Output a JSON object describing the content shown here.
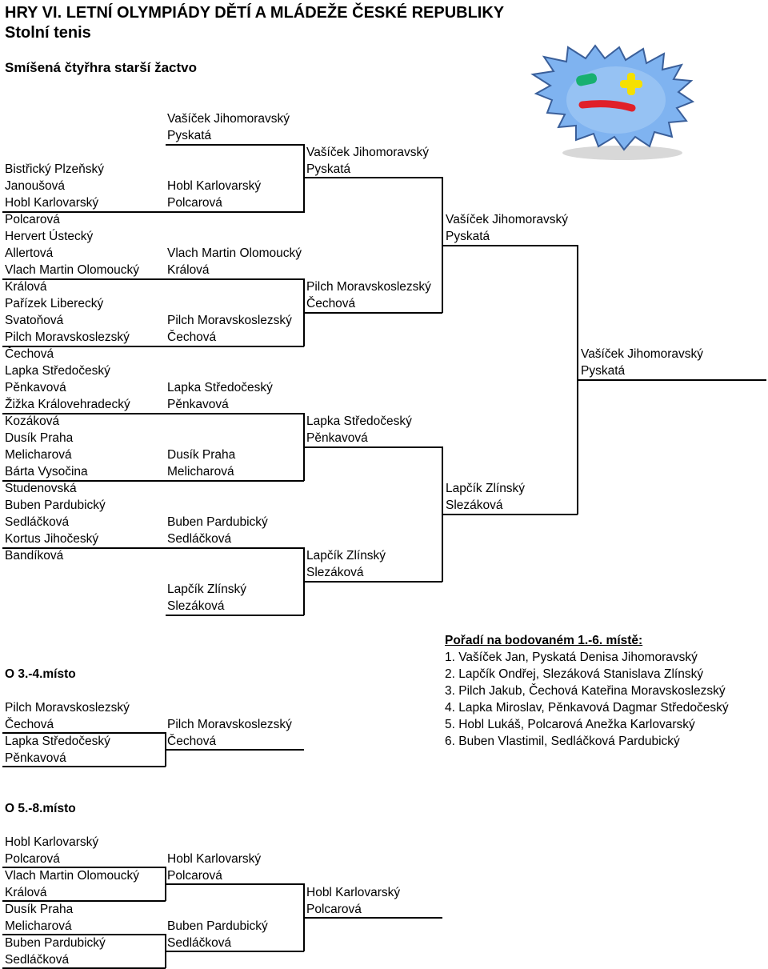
{
  "header": {
    "title": "HRY VI. LETNÍ OLYMPIÁDY DĚTÍ A MLÁDEŽE ČESKÉ REPUBLIKY",
    "sport": "Stolní tenis",
    "category": "Smíšená čtyřhra starší žactvo"
  },
  "main_bracket": {
    "round1": [
      [
        "Bistřický Plzeňský",
        "Janoušová"
      ],
      [
        "Hobl Karlovarský",
        "Polcarová"
      ],
      [
        "Hervert Ústecký",
        "Allertová"
      ],
      [
        "Vlach Martin Olomoucký",
        "Králová"
      ],
      [
        "Pařízek Liberecký",
        "Svatoňová"
      ],
      [
        "Pilch Moravskoslezský",
        "Čechová"
      ],
      [
        "Lapka Středočeský",
        "Pěnkavová"
      ],
      [
        "Žižka Královehradecký",
        "Kozáková"
      ],
      [
        "Dusík Praha",
        "Melicharová"
      ],
      [
        "Bárta Vysočina",
        "Studenovská"
      ],
      [
        "Buben Pardubický",
        "Sedláčková"
      ],
      [
        "Kortus Jihočeský",
        "Bandíková"
      ]
    ],
    "round2": [
      [
        "Vašíček Jihomoravský",
        "Pyskatá"
      ],
      [
        "Hobl Karlovarský",
        "Polcarová"
      ],
      [
        "Vlach Martin Olomoucký",
        "Králová"
      ],
      [
        "Pilch Moravskoslezský",
        "Čechová"
      ],
      [
        "Lapka Středočeský",
        "Pěnkavová"
      ],
      [
        "Dusík Praha",
        "Melicharová"
      ],
      [
        "Buben Pardubický",
        "Sedláčková"
      ],
      [
        "Lapčík Zlínský",
        "Slezáková"
      ]
    ],
    "round3": [
      [
        "Vašíček Jihomoravský",
        "Pyskatá"
      ],
      [
        "Pilch Moravskoslezský",
        "Čechová"
      ],
      [
        "Lapka Středočeský",
        "Pěnkavová"
      ],
      [
        "Lapčík Zlínský",
        "Slezáková"
      ]
    ],
    "semifinal": [
      [
        "Vašíček Jihomoravský",
        "Pyskatá"
      ],
      [
        "Lapčík Zlínský",
        "Slezáková"
      ]
    ],
    "winner": [
      "Vašíček Jihomoravský",
      "Pyskatá"
    ]
  },
  "ranking": {
    "heading": "Pořadí na bodovaném 1.-6. místě:",
    "items": [
      "1. Vašíček Jan, Pyskatá Denisa Jihomoravský",
      "2. Lapčík Ondřej, Slezáková Stanislava Zlínský",
      "3. Pilch Jakub, Čechová Kateřina Moravskoslezský",
      "4. Lapka Miroslav, Pěnkavová Dagmar Středočeský",
      "5. Hobl Lukáš, Polcarová Anežka Karlovarský",
      "6. Buben Vlastimil, Sedláčková Pardubický"
    ]
  },
  "third_place": {
    "heading": "O 3.-4.místo",
    "round1": [
      [
        "Pilch Moravskoslezský",
        "Čechová"
      ],
      [
        "Lapka Středočeský",
        "Pěnkavová"
      ]
    ],
    "winner": [
      "Pilch Moravskoslezský",
      "Čechová"
    ]
  },
  "fifth_place": {
    "heading": "O 5.-8.místo",
    "round1": [
      [
        "Hobl Karlovarský",
        "Polcarová"
      ],
      [
        "Vlach Martin Olomoucký",
        "Králová"
      ],
      [
        "Dusík Praha",
        "Melicharová"
      ],
      [
        "Buben Pardubický",
        "Sedláčková"
      ]
    ],
    "round2": [
      [
        "Hobl Karlovarský",
        "Polcarová"
      ],
      [
        "Buben Pardubický",
        "Sedláčková"
      ]
    ],
    "winner": [
      "Hobl Karlovarský",
      "Polcarová"
    ]
  },
  "colors": {
    "mascot_face": "#7fb3f0",
    "mascot_plus": "#f5e000",
    "mascot_minus": "#e0202a",
    "mascot_eye": "#18b070"
  }
}
